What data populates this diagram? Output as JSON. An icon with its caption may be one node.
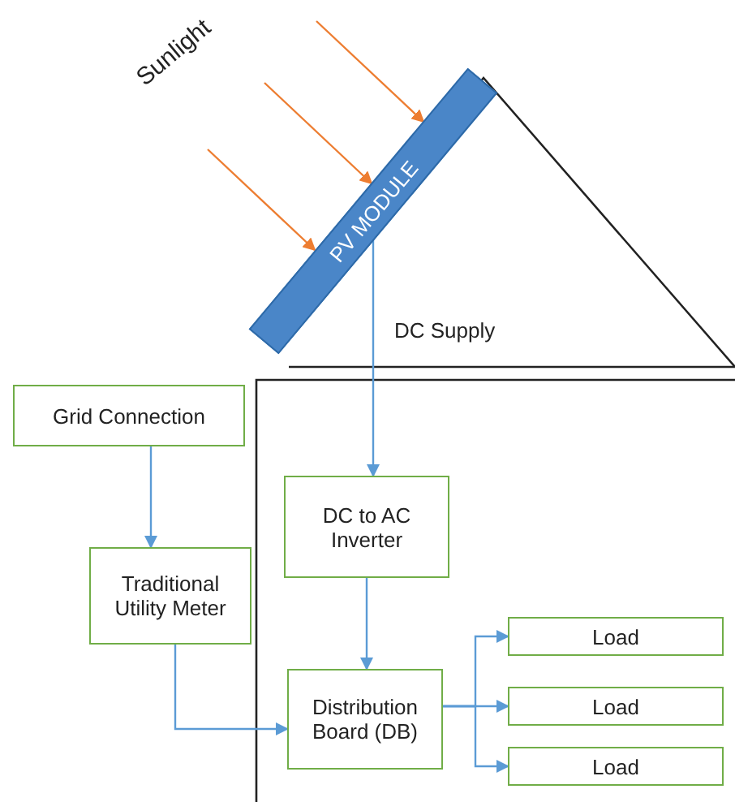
{
  "diagram": {
    "nodes": [
      {
        "text": [
          "PV MODULE"
        ]
      },
      {
        "text": [
          "Grid Connection"
        ]
      },
      {
        "text": [
          "DC to AC Inverter"
        ]
      },
      {
        "text": [
          "Traditional Utility Meter"
        ]
      },
      {
        "text": [
          "Distribution Board (DB)"
        ]
      },
      {
        "text": [
          "Load"
        ]
      },
      {
        "text": [
          "Load"
        ]
      },
      {
        "text": [
          "Load"
        ]
      }
    ],
    "edges": [
      {
        "from": null,
        "to": 0,
        "arrow": "to",
        "color": "#ed7d31"
      },
      {
        "from": null,
        "to": 0,
        "arrow": "to",
        "color": "#ed7d31"
      },
      {
        "from": null,
        "to": 0,
        "arrow": "to",
        "color": "#ed7d31"
      },
      {
        "from": 0,
        "to": 2,
        "arrow": "to",
        "label": "DC Supply"
      },
      {
        "from": 1,
        "to": 3,
        "arrow": "to"
      },
      {
        "from": 2,
        "to": 4,
        "arrow": "to"
      },
      {
        "from": 3,
        "to": 4,
        "arrow": "to"
      },
      {
        "from": 4,
        "to": 5,
        "arrow": "to"
      },
      {
        "from": 4,
        "to": 6,
        "arrow": "to"
      },
      {
        "from": 4,
        "to": 7,
        "arrow": "to"
      }
    ],
    "labels": [
      "Sunlight"
    ]
  }
}
